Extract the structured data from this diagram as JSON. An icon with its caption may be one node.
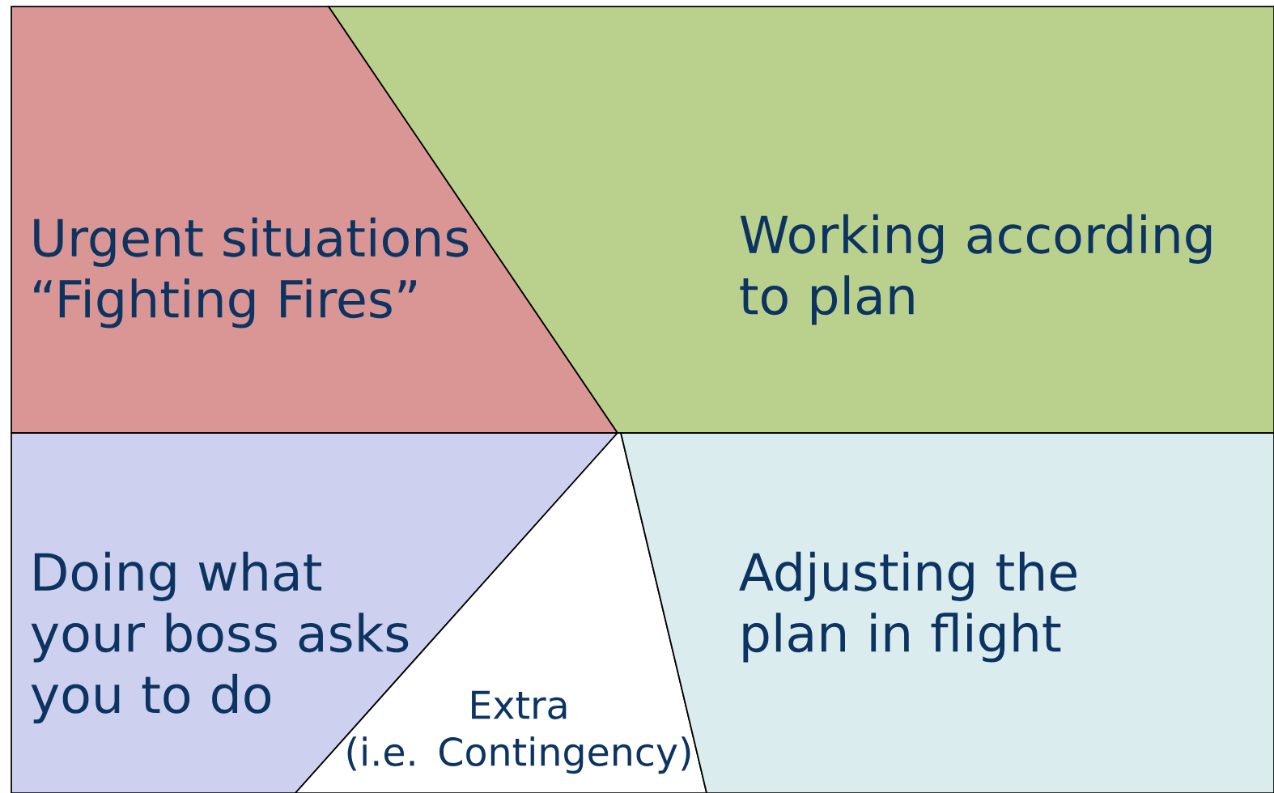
{
  "diagram": {
    "nodes": [
      {
        "text": [
          "Urgent situations “Fighting Fires”"
        ]
      },
      {
        "text": [
          "Working according to plan"
        ]
      },
      {
        "text": [
          "Doing what your boss asks you to do"
        ]
      },
      {
        "text": [
          "Extra",
          "(i.e. Contingency)"
        ]
      },
      {
        "text": [
          "Adjusting the plan in flight"
        ]
      }
    ]
  }
}
